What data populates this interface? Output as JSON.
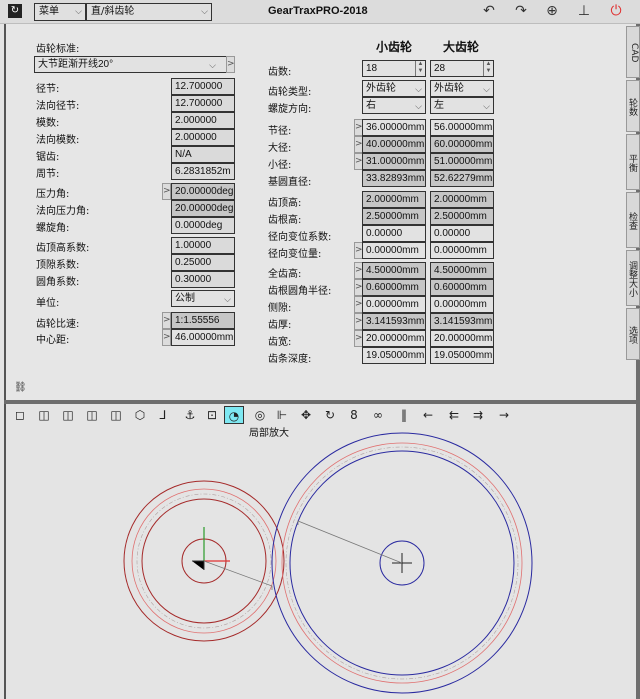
{
  "titlebar": {
    "app_icon": "app-logo-icon",
    "menu_label": "菜单",
    "gear_type_selected": "直/斜齿轮",
    "title": "GearTraxPRO-2018",
    "icons": [
      "undo-icon",
      "redo-icon",
      "target-icon",
      "download-icon",
      "power-icon"
    ]
  },
  "left": {
    "standard_label": "齿轮标准:",
    "standard_value": "大节距渐开线20°",
    "rows": [
      {
        "label": "径节:",
        "value": "12.700000"
      },
      {
        "label": "法向径节:",
        "value": "12.700000"
      },
      {
        "label": "模数:",
        "value": "2.000000"
      },
      {
        "label": "法向模数:",
        "value": "2.000000"
      },
      {
        "label": "锯齿:",
        "value": "N/A"
      },
      {
        "label": "周节:",
        "value": "6.2831852m"
      },
      {
        "label": "压力角:",
        "value": "20.00000deg"
      },
      {
        "label": "法向压力角:",
        "value": "20.00000deg"
      },
      {
        "label": "螺旋角:",
        "value": "0.0000deg"
      },
      {
        "label": "齿顶高系数:",
        "value": "1.00000"
      },
      {
        "label": "顶隙系数:",
        "value": "0.25000"
      },
      {
        "label": "圆角系数:",
        "value": "0.30000"
      },
      {
        "label": "单位:",
        "value": "公制"
      },
      {
        "label": "齿轮比速:",
        "value": "1:1.55556"
      },
      {
        "label": "中心距:",
        "value": "46.00000mm"
      }
    ]
  },
  "right": {
    "pinion_header": "小齿轮",
    "gear_header": "大齿轮",
    "rows": [
      {
        "label": "齿数:",
        "pinion": "18",
        "gear": "28"
      },
      {
        "label": "齿轮类型:",
        "pinion": "外齿轮",
        "gear": "外齿轮"
      },
      {
        "label": "螺旋方向:",
        "pinion": "右",
        "gear": "左"
      },
      {
        "label": "节径:",
        "pinion": "36.00000mm",
        "gear": "56.00000mm"
      },
      {
        "label": "大径:",
        "pinion": "40.00000mm",
        "gear": "60.00000mm"
      },
      {
        "label": "小径:",
        "pinion": "31.00000mm",
        "gear": "51.00000mm"
      },
      {
        "label": "基圆直径:",
        "pinion": "33.82893mm",
        "gear": "52.62279mm"
      },
      {
        "label": "齿顶高:",
        "pinion": "2.00000mm",
        "gear": "2.00000mm"
      },
      {
        "label": "齿根高:",
        "pinion": "2.50000mm",
        "gear": "2.50000mm"
      },
      {
        "label": "径向变位系数:",
        "pinion": "0.00000",
        "gear": "0.00000"
      },
      {
        "label": "径向变位量:",
        "pinion": "0.00000mm",
        "gear": "0.00000mm"
      },
      {
        "label": "全齿高:",
        "pinion": "4.50000mm",
        "gear": "4.50000mm"
      },
      {
        "label": "齿根圆角半径:",
        "pinion": "0.60000mm",
        "gear": "0.60000mm"
      },
      {
        "label": "侧隙:",
        "pinion": "0.00000mm",
        "gear": "0.00000mm"
      },
      {
        "label": "齿厚:",
        "pinion": "3.141593mm",
        "gear": "3.141593mm"
      },
      {
        "label": "齿宽:",
        "pinion": "20.00000mm",
        "gear": "20.00000mm"
      },
      {
        "label": "齿条深度:",
        "pinion": "19.05000mm",
        "gear": "19.05000mm"
      }
    ]
  },
  "side_tabs": [
    "CAD",
    "轮数",
    "平衡",
    "检查",
    "调整大小",
    "选项"
  ],
  "view_toolbar": {
    "tooltip": "局部放大",
    "icons": [
      "view-front-icon",
      "view-back-icon",
      "view-left-icon",
      "view-right-icon",
      "view-top-icon",
      "view-iso-icon",
      "view-axis-icon",
      "anchor-icon",
      "fit-icon",
      "zoom-area-icon",
      "zoom-icon",
      "mirror-icon",
      "pan-icon",
      "rotate-icon",
      "rotate-vertical-icon",
      "rotate-horizontal-icon",
      "pause-icon",
      "step-back-icon",
      "fast-back-icon",
      "fast-forward-icon",
      "step-forward-icon"
    ]
  },
  "colors": {
    "pinion": "#a52a2a",
    "gear": "#2a2aa0",
    "highlight": "#7ee8f2",
    "power": "#e03030"
  }
}
